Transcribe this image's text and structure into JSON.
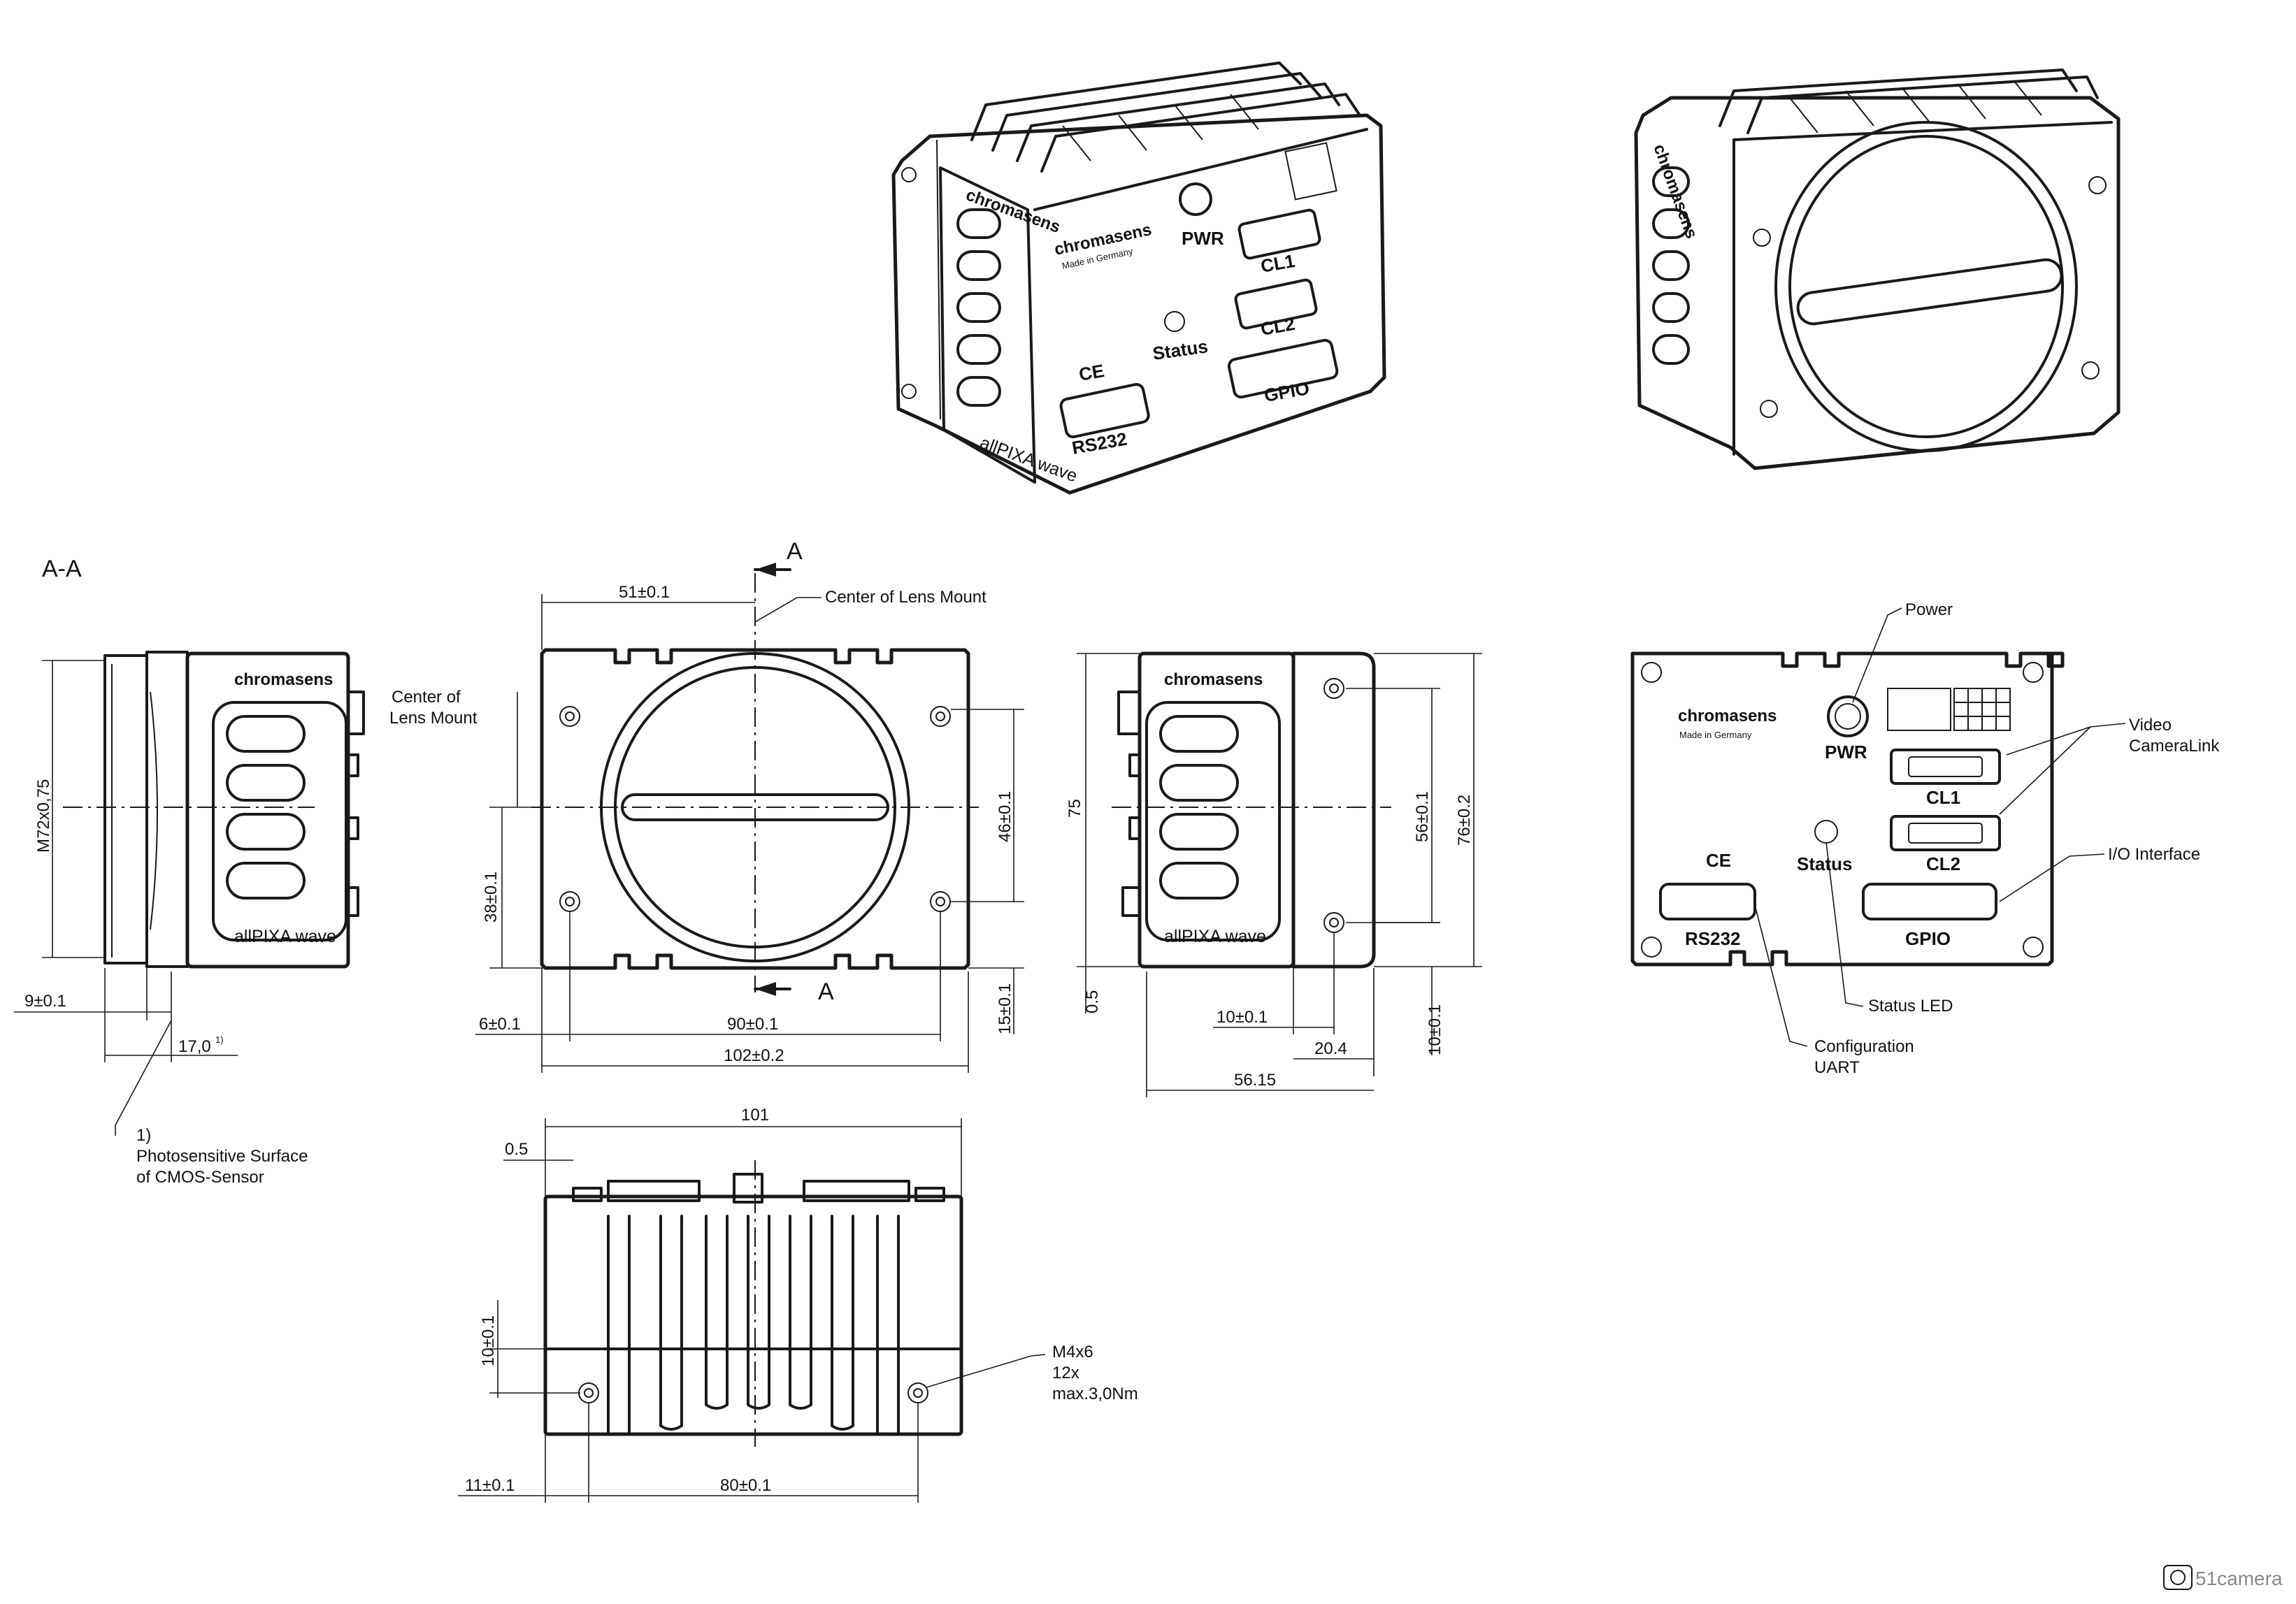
{
  "section_label": "A-A",
  "section_marker": "A",
  "brand": "chromasens",
  "made_in": "Made in Germany",
  "model": "allPIXA  wave",
  "ce_mark": "CE",
  "connectors": {
    "pwr": "PWR",
    "cl1": "CL1",
    "cl2": "CL2",
    "status": "Status",
    "gpio": "GPIO",
    "rs232": "RS232"
  },
  "section_view": {
    "m72": "M72x0,75",
    "d9": "9±0.1",
    "d17": "17,0",
    "d17_sup": "1)",
    "note_marker": "1)",
    "note_line1": "Photosensitive Surface",
    "note_line2": "of CMOS-Sensor"
  },
  "front_view": {
    "d51": "51±0.1",
    "center_lens_right": "Center of Lens Mount",
    "center_lens_left_1": "Center of",
    "center_lens_left_2": "Lens Mount",
    "d38": "38±0.1",
    "d46": "46±0.1",
    "d15": "15±0.1",
    "d6": "6±0.1",
    "d90": "90±0.1",
    "d102": "102±0.2"
  },
  "side_view": {
    "d75": "75",
    "d05": "0.5",
    "d56": "56±0.1",
    "d76": "76±0.2",
    "d10h": "10±0.1",
    "d204": "20.4",
    "d10v": "10±0.1",
    "d5615": "56.15"
  },
  "rear_view": {
    "power": "Power",
    "video_1": "Video",
    "video_2": "CameraLink",
    "io": "I/O Interface",
    "status_led": "Status LED",
    "config_1": "Configuration",
    "config_2": "UART"
  },
  "top_view": {
    "d101": "101",
    "d05": "0.5",
    "d10": "10±0.1",
    "d11": "11±0.1",
    "d80": "80±0.1",
    "m4_1": "M4x6",
    "m4_2": "12x",
    "m4_3": "max.3,0Nm"
  },
  "watermark": "51camera"
}
